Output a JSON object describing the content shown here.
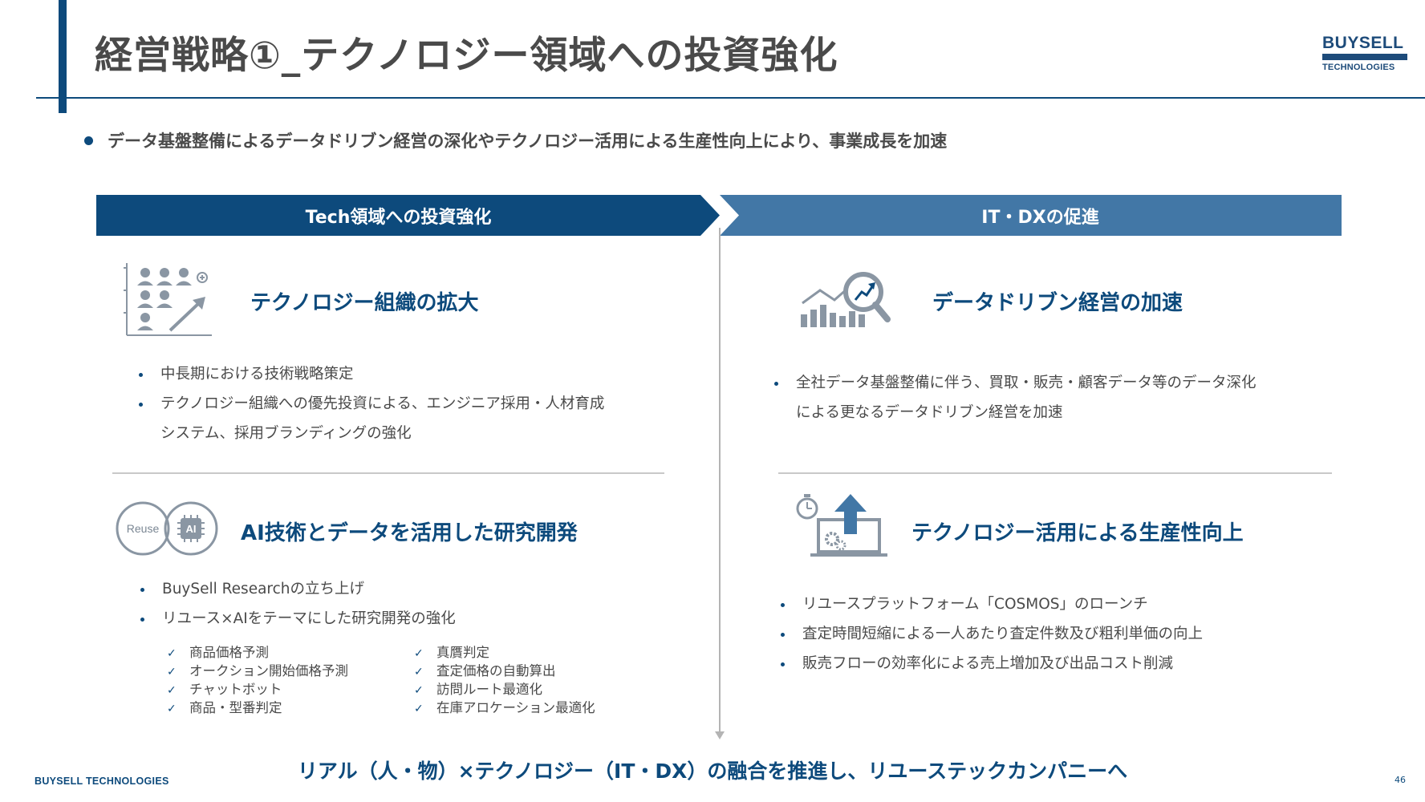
{
  "title": "経営戦略①_テクノロジー領域への投資強化",
  "logo": {
    "line1": "BUYSELL",
    "line2": "TECHNOLOGIES"
  },
  "lead": "データ基盤整備によるデータドリブン経営の深化やテクノロジー活用による生産性向上により、事業成長を加速",
  "left_banner": "Tech領域への投資強化",
  "right_banner": "IT・DXの促進",
  "sections": {
    "tech_org": {
      "title": "テクノロジー組織の拡大",
      "bullets": [
        "中長期における技術戦略策定",
        "テクノロジー組織への優先投資による、エンジニア採用・人材育成"
      ],
      "continuation": "システム、採用ブランディングの強化"
    },
    "ai_rnd": {
      "title": "AI技術とデータを活用した研究開発",
      "icon_labels": {
        "reuse": "Reuse",
        "ai": "AI"
      },
      "bullets": [
        "BuySell Researchの立ち上げ",
        "リユース×AIをテーマにした研究開発の強化"
      ],
      "check_mark": "✓",
      "checks_left": [
        "商品価格予測",
        "オークション開始価格予測",
        "チャットボット",
        "商品・型番判定"
      ],
      "checks_right": [
        "真贋判定",
        "査定価格の自動算出",
        "訪問ルート最適化",
        "在庫アロケーション最適化"
      ]
    },
    "data_driven": {
      "title": "データドリブン経営の加速",
      "bullets": [
        "全社データ基盤整備に伴う、買取・販売・顧客データ等のデータ深化"
      ],
      "continuation": "による更なるデータドリブン経営を加速"
    },
    "productivity": {
      "title": "テクノロジー活用による生産性向上",
      "bullets": [
        "リユースプラットフォーム「COSMOS」のローンチ",
        "査定時間短縮による一人あたり査定件数及び粗利単価の向上",
        "販売フローの効率化による売上増加及び出品コスト削減"
      ]
    }
  },
  "bottom_message": "リアル（人・物）×テクノロジー（IT・DX）の融合を推進し、リユーステックカンパニーへ",
  "footer_brand": "BUYSELL TECHNOLOGIES",
  "page_number": "46"
}
